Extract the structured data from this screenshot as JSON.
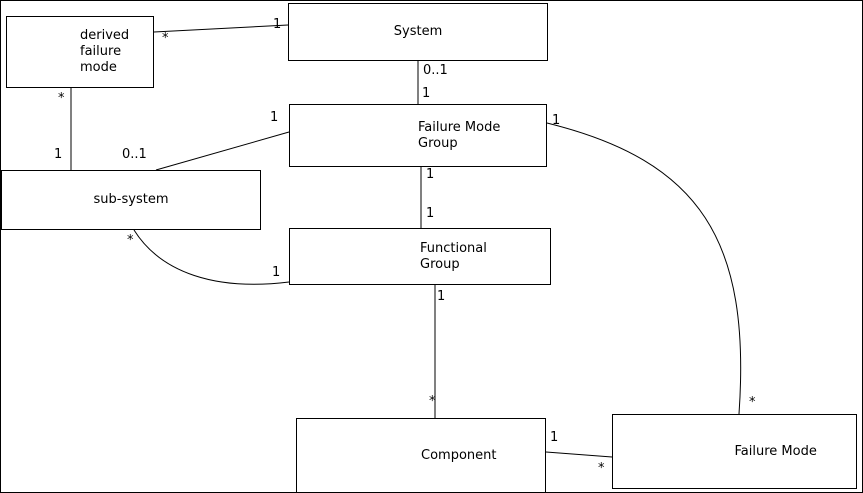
{
  "diagram": {
    "type": "uml-class-diagram",
    "boxes": {
      "derived_failure_mode": {
        "label": "derived\nfailure\nmode"
      },
      "system": {
        "label": "System"
      },
      "failure_mode_group": {
        "label": "Failure Mode\nGroup"
      },
      "sub_system": {
        "label": "sub-system"
      },
      "functional_group": {
        "label": "Functional\nGroup"
      },
      "component": {
        "label": "Component"
      },
      "failure_mode": {
        "label": "Failure Mode"
      }
    },
    "edges": [
      {
        "from": "derived_failure_mode",
        "to": "system",
        "from_mult": "*",
        "to_mult": "1"
      },
      {
        "from": "system",
        "to": "failure_mode_group",
        "from_mult": "0..1",
        "to_mult": "1"
      },
      {
        "from": "derived_failure_mode",
        "to": "sub_system",
        "from_mult": "*",
        "to_mult": "1"
      },
      {
        "from": "sub_system",
        "to": "failure_mode_group",
        "from_mult": "0..1",
        "to_mult": "1"
      },
      {
        "from": "failure_mode_group",
        "to": "functional_group",
        "from_mult": "1",
        "to_mult": "1"
      },
      {
        "from": "sub_system",
        "to": "functional_group",
        "from_mult": "*",
        "to_mult": "1"
      },
      {
        "from": "functional_group",
        "to": "component",
        "from_mult": "1",
        "to_mult": "*"
      },
      {
        "from": "component",
        "to": "failure_mode",
        "from_mult": "1",
        "to_mult": "*"
      },
      {
        "from": "failure_mode_group",
        "to": "failure_mode",
        "from_mult": "1",
        "to_mult": "*"
      }
    ],
    "colors": {
      "line": "#000000",
      "box_fill": "#ffffff",
      "text": "#000000"
    }
  }
}
